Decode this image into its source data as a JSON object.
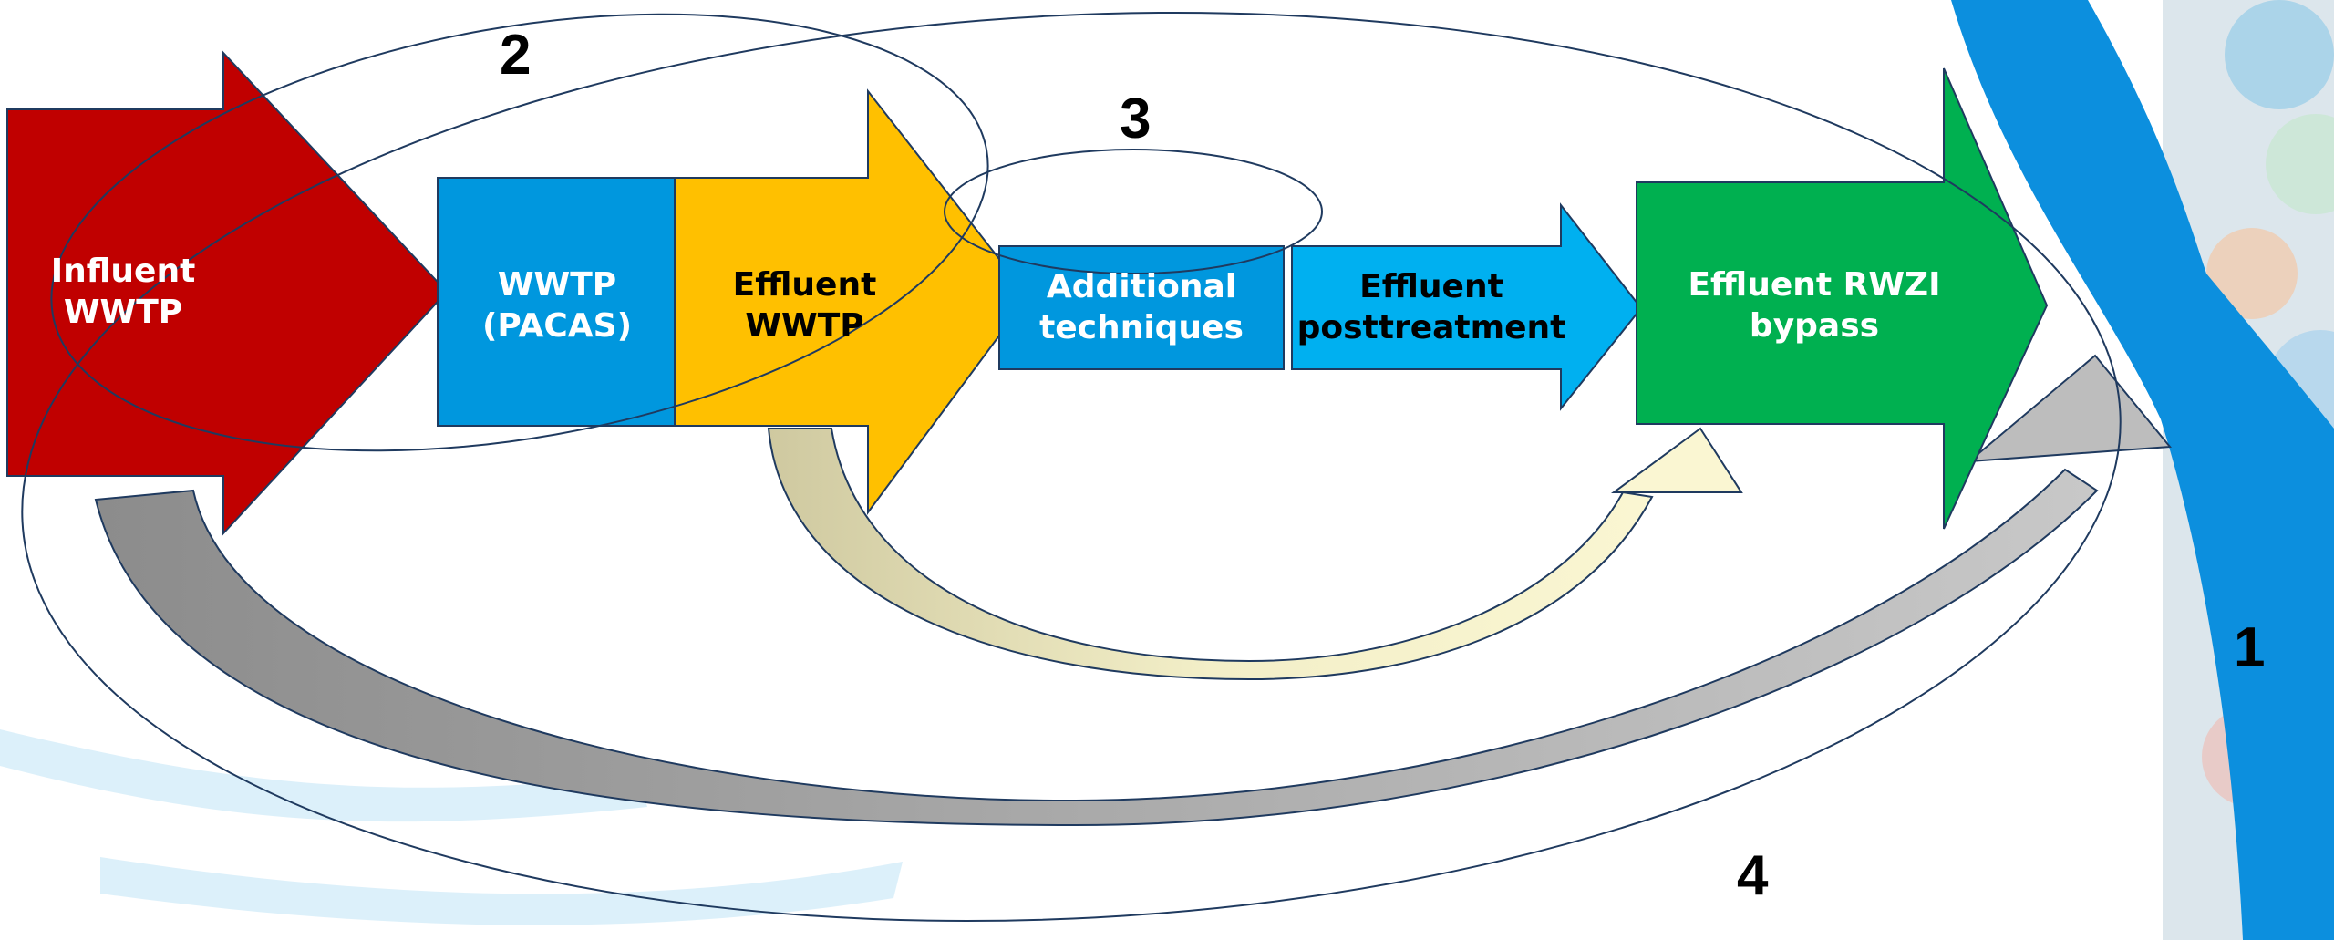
{
  "diagram": {
    "nodes": {
      "influent": {
        "label": "Influent\nWWTP",
        "color": "#C00000",
        "text_color": "#ffffff"
      },
      "wwtp": {
        "label": "WWTP\n(PACAS)",
        "color": "#0097DE",
        "text_color": "#ffffff"
      },
      "effluent_wwtp": {
        "label": "Effluent\nWWTP",
        "color": "#FFC000",
        "text_color": "#000000"
      },
      "additional": {
        "label": "Additional\ntechniques",
        "color": "#0097DE",
        "text_color": "#ffffff"
      },
      "posttreatment": {
        "label": "Effluent\nposttreatment",
        "color": "#00B0F0",
        "text_color": "#000000"
      },
      "bypass": {
        "label": "Effluent RWZI\nbypass",
        "color": "#00B050",
        "text_color": "#ffffff"
      }
    },
    "scopes": [
      "1",
      "2",
      "3",
      "4"
    ],
    "colors": {
      "river": "#0C8FDE",
      "outline": "#1F3A5F",
      "grey_arrow": "#A6A6A6",
      "cream_arrow": "#FAF6D2",
      "wave": "#BFE4F6"
    }
  }
}
